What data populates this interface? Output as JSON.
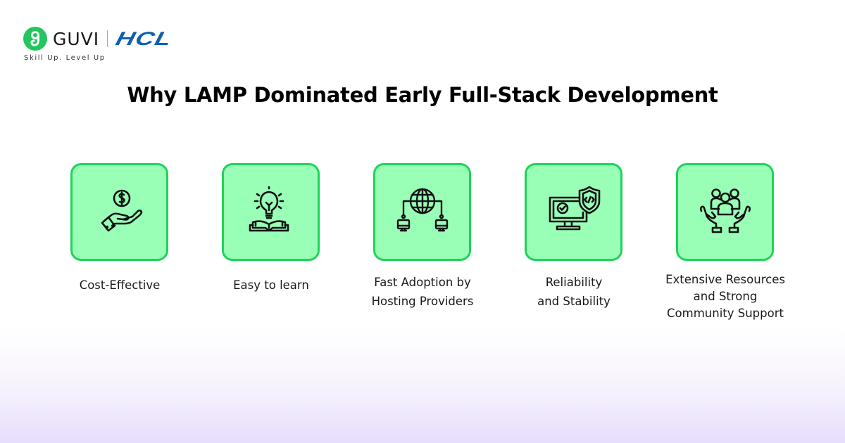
{
  "brand": {
    "guvi_name": "GUVI",
    "partner_name": "HCL",
    "tagline": "Skill Up. Level Up",
    "colors": {
      "guvi_green": "#22c55e",
      "hcl_blue": "#0f5fb0"
    }
  },
  "title": "Why LAMP Dominated Early Full-Stack Development",
  "theme": {
    "tile_fill": "#99ffb7",
    "tile_border": "#1fd35a",
    "icon_stroke": "#111111",
    "bottom_gradient": "#e7ddfc"
  },
  "cards": [
    {
      "icon": "hand-holding-dollar-icon",
      "label_lines": [
        "Cost-Effective"
      ]
    },
    {
      "icon": "lightbulb-book-icon",
      "label_lines": [
        "Easy to learn"
      ]
    },
    {
      "icon": "globe-network-icon",
      "label_lines": [
        "Fast Adoption by",
        "Hosting Providers"
      ]
    },
    {
      "icon": "monitor-shield-icon",
      "label_lines": [
        "Reliability",
        "and Stability"
      ]
    },
    {
      "icon": "hands-community-icon",
      "label_lines": [
        "Extensive Resources",
        "and Strong",
        "Community Support"
      ]
    }
  ]
}
